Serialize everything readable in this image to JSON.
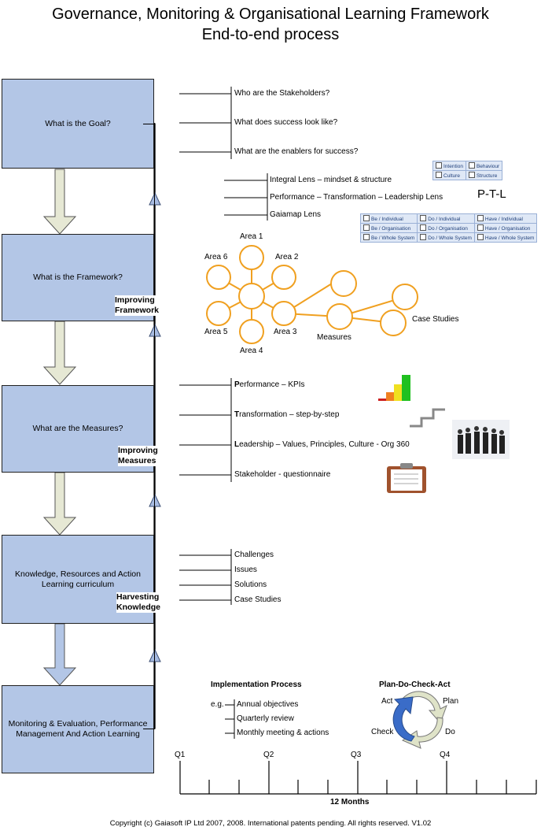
{
  "title": {
    "line1": "Governance, Monitoring & Organisational Learning Framework",
    "line2": "End-to-end process"
  },
  "boxes": [
    "What is the Goal?",
    "What is the Framework?",
    "What are the Measures?",
    "Knowledge, Resources and Action Learning curriculum",
    "Monitoring & Evaluation, Performance Management And Action Learning"
  ],
  "side_labels": {
    "improving_framework": "Improving\nFramework",
    "improving_measures": "Improving\nMeasures",
    "harvesting_knowledge": "Harvesting\nKnowledge"
  },
  "goal_items": [
    "Who are the Stakeholders?",
    "What does success look like?",
    "What are the enablers for success?"
  ],
  "lens_items": [
    "Integral Lens – mindset & structure",
    "Performance – Transformation – Leadership Lens",
    "Gaiamap Lens"
  ],
  "integral_grid": [
    [
      "Intention",
      "Behaviour"
    ],
    [
      "Culture",
      "Structure"
    ]
  ],
  "ptl": "P-T-L",
  "gaiamap_grid": [
    [
      "Be / Individual",
      "Do / Individual",
      "Have / Individual"
    ],
    [
      "Be / Organisation",
      "Do / Organisation",
      "Have / Organisation"
    ],
    [
      "Be / Whole System",
      "Do / Whole System",
      "Have / Whole System"
    ]
  ],
  "areas": [
    "Area 1",
    "Area 2",
    "Area 3",
    "Area 4",
    "Area 5",
    "Area 6"
  ],
  "measures_label": "Measures",
  "case_studies_label": "Case Studies",
  "measure_items": [
    {
      "first": "P",
      "rest": "erformance – KPIs"
    },
    {
      "first": "T",
      "rest": "ransformation – step-by-step"
    },
    {
      "first": "L",
      "rest": "eadership – Values, Principles, Culture - Org 360"
    },
    {
      "first": "",
      "rest": "Stakeholder - questionnaire"
    }
  ],
  "knowledge_items": [
    "Challenges",
    "Issues",
    "Solutions",
    "Case Studies"
  ],
  "implementation": {
    "title": "Implementation Process",
    "eg": "e.g.",
    "items": [
      "Annual objectives",
      "Quarterly review",
      "Monthly meeting & actions"
    ]
  },
  "pdca": {
    "title": "Plan-Do-Check-Act",
    "act": "Act",
    "plan": "Plan",
    "check": "Check",
    "do": "Do"
  },
  "timeline": {
    "quarters": [
      "Q1",
      "Q2",
      "Q3",
      "Q4"
    ],
    "label": "12 Months"
  },
  "copyright": "Copyright (c) Gaiasoft IP Ltd 2007, 2008.  International patents pending. All rights reserved. V1.02"
}
